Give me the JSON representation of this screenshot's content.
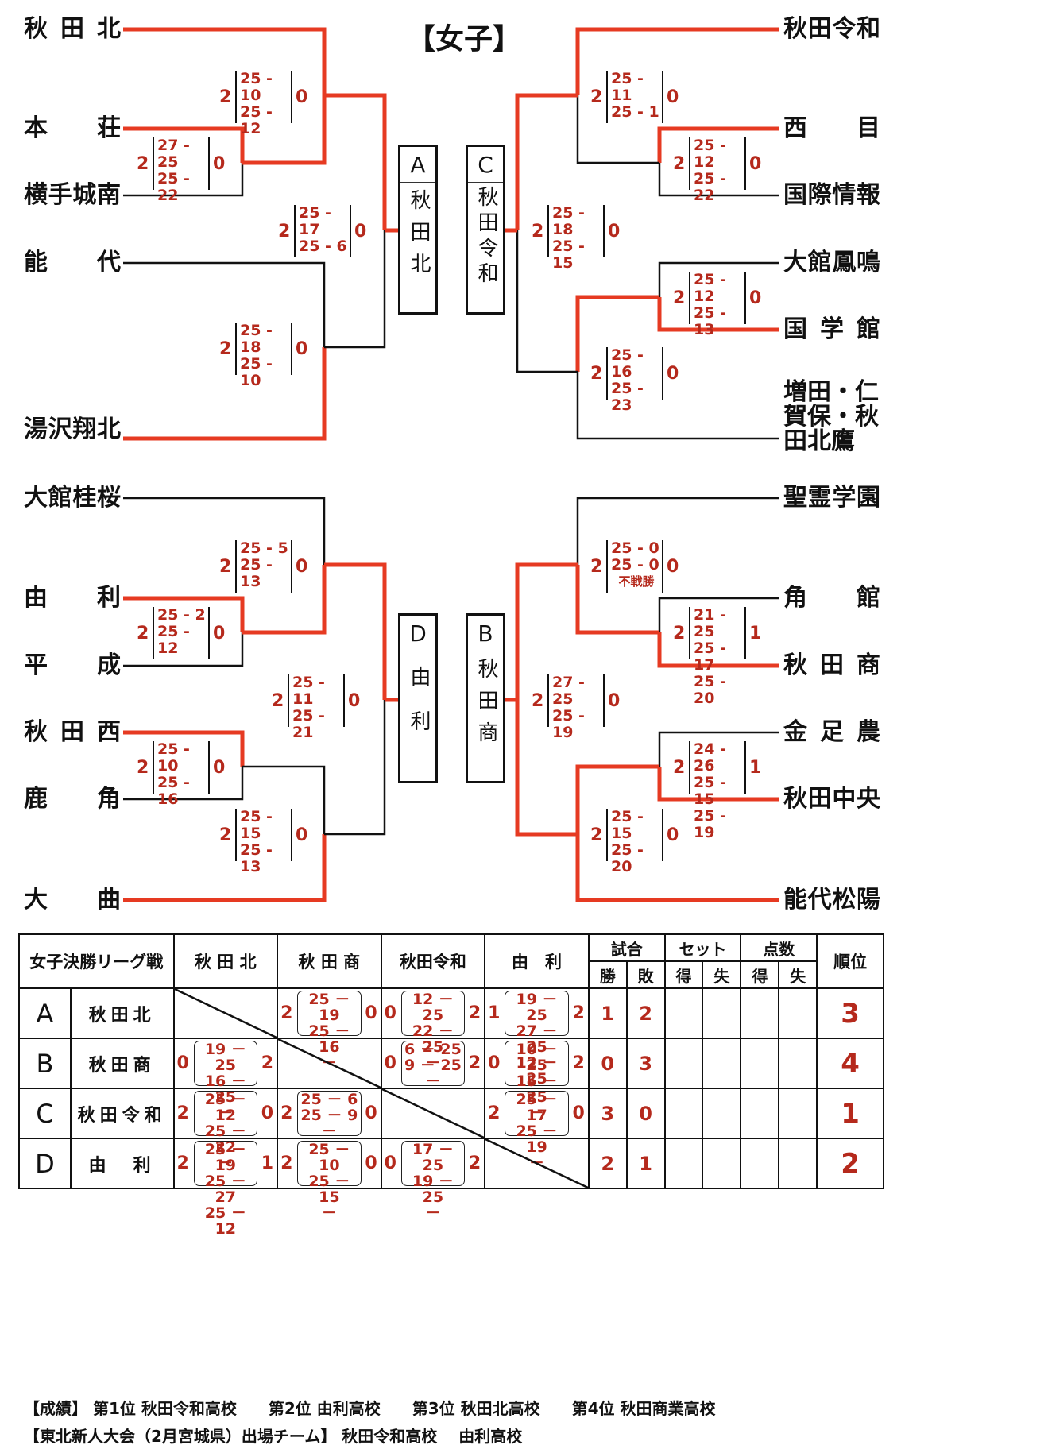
{
  "title": "【女子】",
  "colors": {
    "winner_line": "#e63a22",
    "loser_line": "#111111",
    "score_text": "#b5291c"
  },
  "bracket": {
    "left_teams": [
      "秋田北",
      "本荘",
      "横手城南",
      "能代",
      "湯沢翔北",
      "大館桂桜",
      "由利",
      "平成",
      "秋田西",
      "鹿角",
      "大曲"
    ],
    "right_teams": [
      "秋田令和",
      "西目",
      "国際情報",
      "大館鳳鳴",
      "国学館",
      "増田・仁賀保・秋田北鷹",
      "聖霊学園",
      "角館",
      "秋田商",
      "金足農",
      "秋田中央",
      "能代松陽"
    ],
    "groups": [
      {
        "letter": "A",
        "winner": "秋田北"
      },
      {
        "letter": "C",
        "winner": "秋田令和"
      },
      {
        "letter": "D",
        "winner": "由利"
      },
      {
        "letter": "B",
        "winner": "秋田商"
      }
    ],
    "matches": [
      {
        "id": "a1",
        "w": "2",
        "l": "0",
        "sets": [
          "27 - 25",
          "25 - 22"
        ]
      },
      {
        "id": "a2",
        "w": "2",
        "l": "0",
        "sets": [
          "25 - 10",
          "25 - 12"
        ]
      },
      {
        "id": "a3",
        "w": "2",
        "l": "0",
        "sets": [
          "25 - 18",
          "25 - 10"
        ]
      },
      {
        "id": "a4",
        "w": "2",
        "l": "0",
        "sets": [
          "25 - 17",
          "25 - 6"
        ]
      },
      {
        "id": "c1",
        "w": "2",
        "l": "0",
        "sets": [
          "25 - 12",
          "25 - 22"
        ]
      },
      {
        "id": "c2",
        "w": "2",
        "l": "0",
        "sets": [
          "25 - 11",
          "25 - 1"
        ]
      },
      {
        "id": "c3",
        "w": "2",
        "l": "0",
        "sets": [
          "25 - 12",
          "25 - 13"
        ]
      },
      {
        "id": "c4",
        "w": "2",
        "l": "0",
        "sets": [
          "25 - 16",
          "25 - 23"
        ]
      },
      {
        "id": "c5",
        "w": "2",
        "l": "0",
        "sets": [
          "25 - 18",
          "25 - 15"
        ]
      },
      {
        "id": "d1",
        "w": "2",
        "l": "0",
        "sets": [
          "25 - 2",
          "25 - 12"
        ]
      },
      {
        "id": "d2",
        "w": "2",
        "l": "0",
        "sets": [
          "25 - 5",
          "25 - 13"
        ]
      },
      {
        "id": "d3",
        "w": "2",
        "l": "0",
        "sets": [
          "25 - 10",
          "25 - 16"
        ]
      },
      {
        "id": "d4",
        "w": "2",
        "l": "0",
        "sets": [
          "25 - 15",
          "25 - 13"
        ]
      },
      {
        "id": "d5",
        "w": "2",
        "l": "0",
        "sets": [
          "25 - 11",
          "25 - 21"
        ]
      },
      {
        "id": "b1",
        "w": "2",
        "l": "0",
        "sets": [
          "25 - 0",
          "25 - 0"
        ],
        "note": "不戦勝"
      },
      {
        "id": "b2",
        "w": "2",
        "l": "1",
        "sets": [
          "21 - 25",
          "25 - 17",
          "25 - 20"
        ]
      },
      {
        "id": "b3",
        "w": "2",
        "l": "1",
        "sets": [
          "24 - 26",
          "25 - 15",
          "25 - 19"
        ]
      },
      {
        "id": "b4",
        "w": "2",
        "l": "0",
        "sets": [
          "25 - 15",
          "25 - 20"
        ]
      },
      {
        "id": "b5",
        "w": "2",
        "l": "0",
        "sets": [
          "27 - 25",
          "25 - 19"
        ]
      }
    ]
  },
  "league": {
    "title": "女子決勝リーグ戦",
    "columns": [
      "秋 田 北",
      "秋 田 商",
      "秋田令和",
      "由　利"
    ],
    "stat_groups": [
      "試合",
      "セット",
      "点数"
    ],
    "stat_sub": [
      "勝",
      "敗",
      "得",
      "失",
      "得",
      "失"
    ],
    "rank_header": "順位",
    "rows": [
      {
        "letter": "A",
        "name": "秋田北",
        "cells": [
          null,
          {
            "lw": "2",
            "sets": [
              "25 － 19",
              "25 － 16",
              "－"
            ],
            "rw": "0"
          },
          {
            "lw": "0",
            "sets": [
              "12 － 25",
              "22 － 25",
              "－"
            ],
            "rw": "2"
          },
          {
            "lw": "1",
            "sets": [
              "19 － 25",
              "27 － 25",
              "12 － 25"
            ],
            "rw": "2"
          }
        ],
        "win": "1",
        "loss": "2",
        "set_for": "",
        "set_against": "",
        "pt_for": "",
        "pt_against": "",
        "rank": "3"
      },
      {
        "letter": "B",
        "name": "秋田商",
        "cells": [
          {
            "lw": "0",
            "sets": [
              "19 － 25",
              "16 － 25",
              "－"
            ],
            "rw": "2"
          },
          null,
          {
            "lw": "0",
            "sets": [
              "6 － 25",
              "9 － 25",
              "－"
            ],
            "rw": "2"
          },
          {
            "lw": "0",
            "sets": [
              "10 － 25",
              "15 － 25",
              "－"
            ],
            "rw": "2"
          }
        ],
        "win": "0",
        "loss": "3",
        "set_for": "",
        "set_against": "",
        "pt_for": "",
        "pt_against": "",
        "rank": "4"
      },
      {
        "letter": "C",
        "name": "秋田令和",
        "cells": [
          {
            "lw": "2",
            "sets": [
              "25 － 12",
              "25 － 22",
              "－"
            ],
            "rw": "0"
          },
          {
            "lw": "2",
            "sets": [
              "25 － 6",
              "25 － 9",
              "－"
            ],
            "rw": "0"
          },
          null,
          {
            "lw": "2",
            "sets": [
              "25 － 17",
              "25 － 19",
              "－"
            ],
            "rw": "0"
          }
        ],
        "win": "3",
        "loss": "0",
        "set_for": "",
        "set_against": "",
        "pt_for": "",
        "pt_against": "",
        "rank": "1"
      },
      {
        "letter": "D",
        "name": "由　利",
        "cells": [
          {
            "lw": "2",
            "sets": [
              "25 － 19",
              "25 － 27",
              "25 － 12"
            ],
            "rw": "1"
          },
          {
            "lw": "2",
            "sets": [
              "25 － 10",
              "25 － 15",
              "－"
            ],
            "rw": "0"
          },
          {
            "lw": "0",
            "sets": [
              "17 － 25",
              "19 － 25",
              "－"
            ],
            "rw": "2"
          },
          null
        ],
        "win": "2",
        "loss": "1",
        "set_for": "",
        "set_against": "",
        "pt_for": "",
        "pt_against": "",
        "rank": "2"
      }
    ]
  },
  "footer": {
    "results": "【成績】 第1位  秋田令和高校　　第2位  由利高校　　第3位  秋田北高校　　第4位  秋田商業高校",
    "tohoku": "【東北新人大会（2月宮城県）出場チーム】 秋田令和高校　 由利高校"
  }
}
